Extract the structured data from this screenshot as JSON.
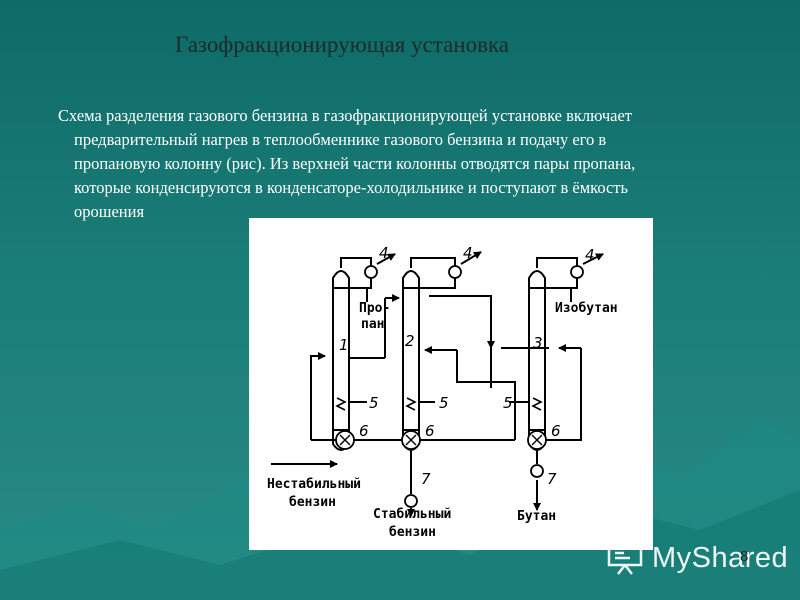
{
  "slide": {
    "title": "Газофракционирующая установка",
    "paragraph_lines": [
      "Схема разделения газового бензина в газофракционирующей установке включает",
      "предварительный нагрев в теплообменнике газового бензина и подачу его в",
      "пропановую колонну (рис). Из верхней части колонны отводятся пары пропана,",
      "которые конденсируются в конденсаторе-холодильнике и поступают в ёмкость",
      "орошения"
    ],
    "page_number": "8"
  },
  "diagram": {
    "labels": {
      "propane_1": "Про-",
      "propane_2": "пан",
      "isobutane": "Изобутан",
      "unstable_1": "Нестабильный",
      "unstable_2": "бензин",
      "stable_1": "Стабильный",
      "stable_2": "бензин",
      "butane": "Бутан"
    },
    "numbers": {
      "col1": "1",
      "col2": "2",
      "col3": "3",
      "cond1": "4",
      "cond2": "4",
      "cond3": "4",
      "reb1": "5",
      "reb2": "5",
      "reb3": "5",
      "hx1": "6",
      "hx2": "6",
      "hx3": "6",
      "cool2": "7",
      "cool3": "7"
    }
  },
  "logo": {
    "text": "MyShared",
    "icon": "presentation-board-icon"
  }
}
